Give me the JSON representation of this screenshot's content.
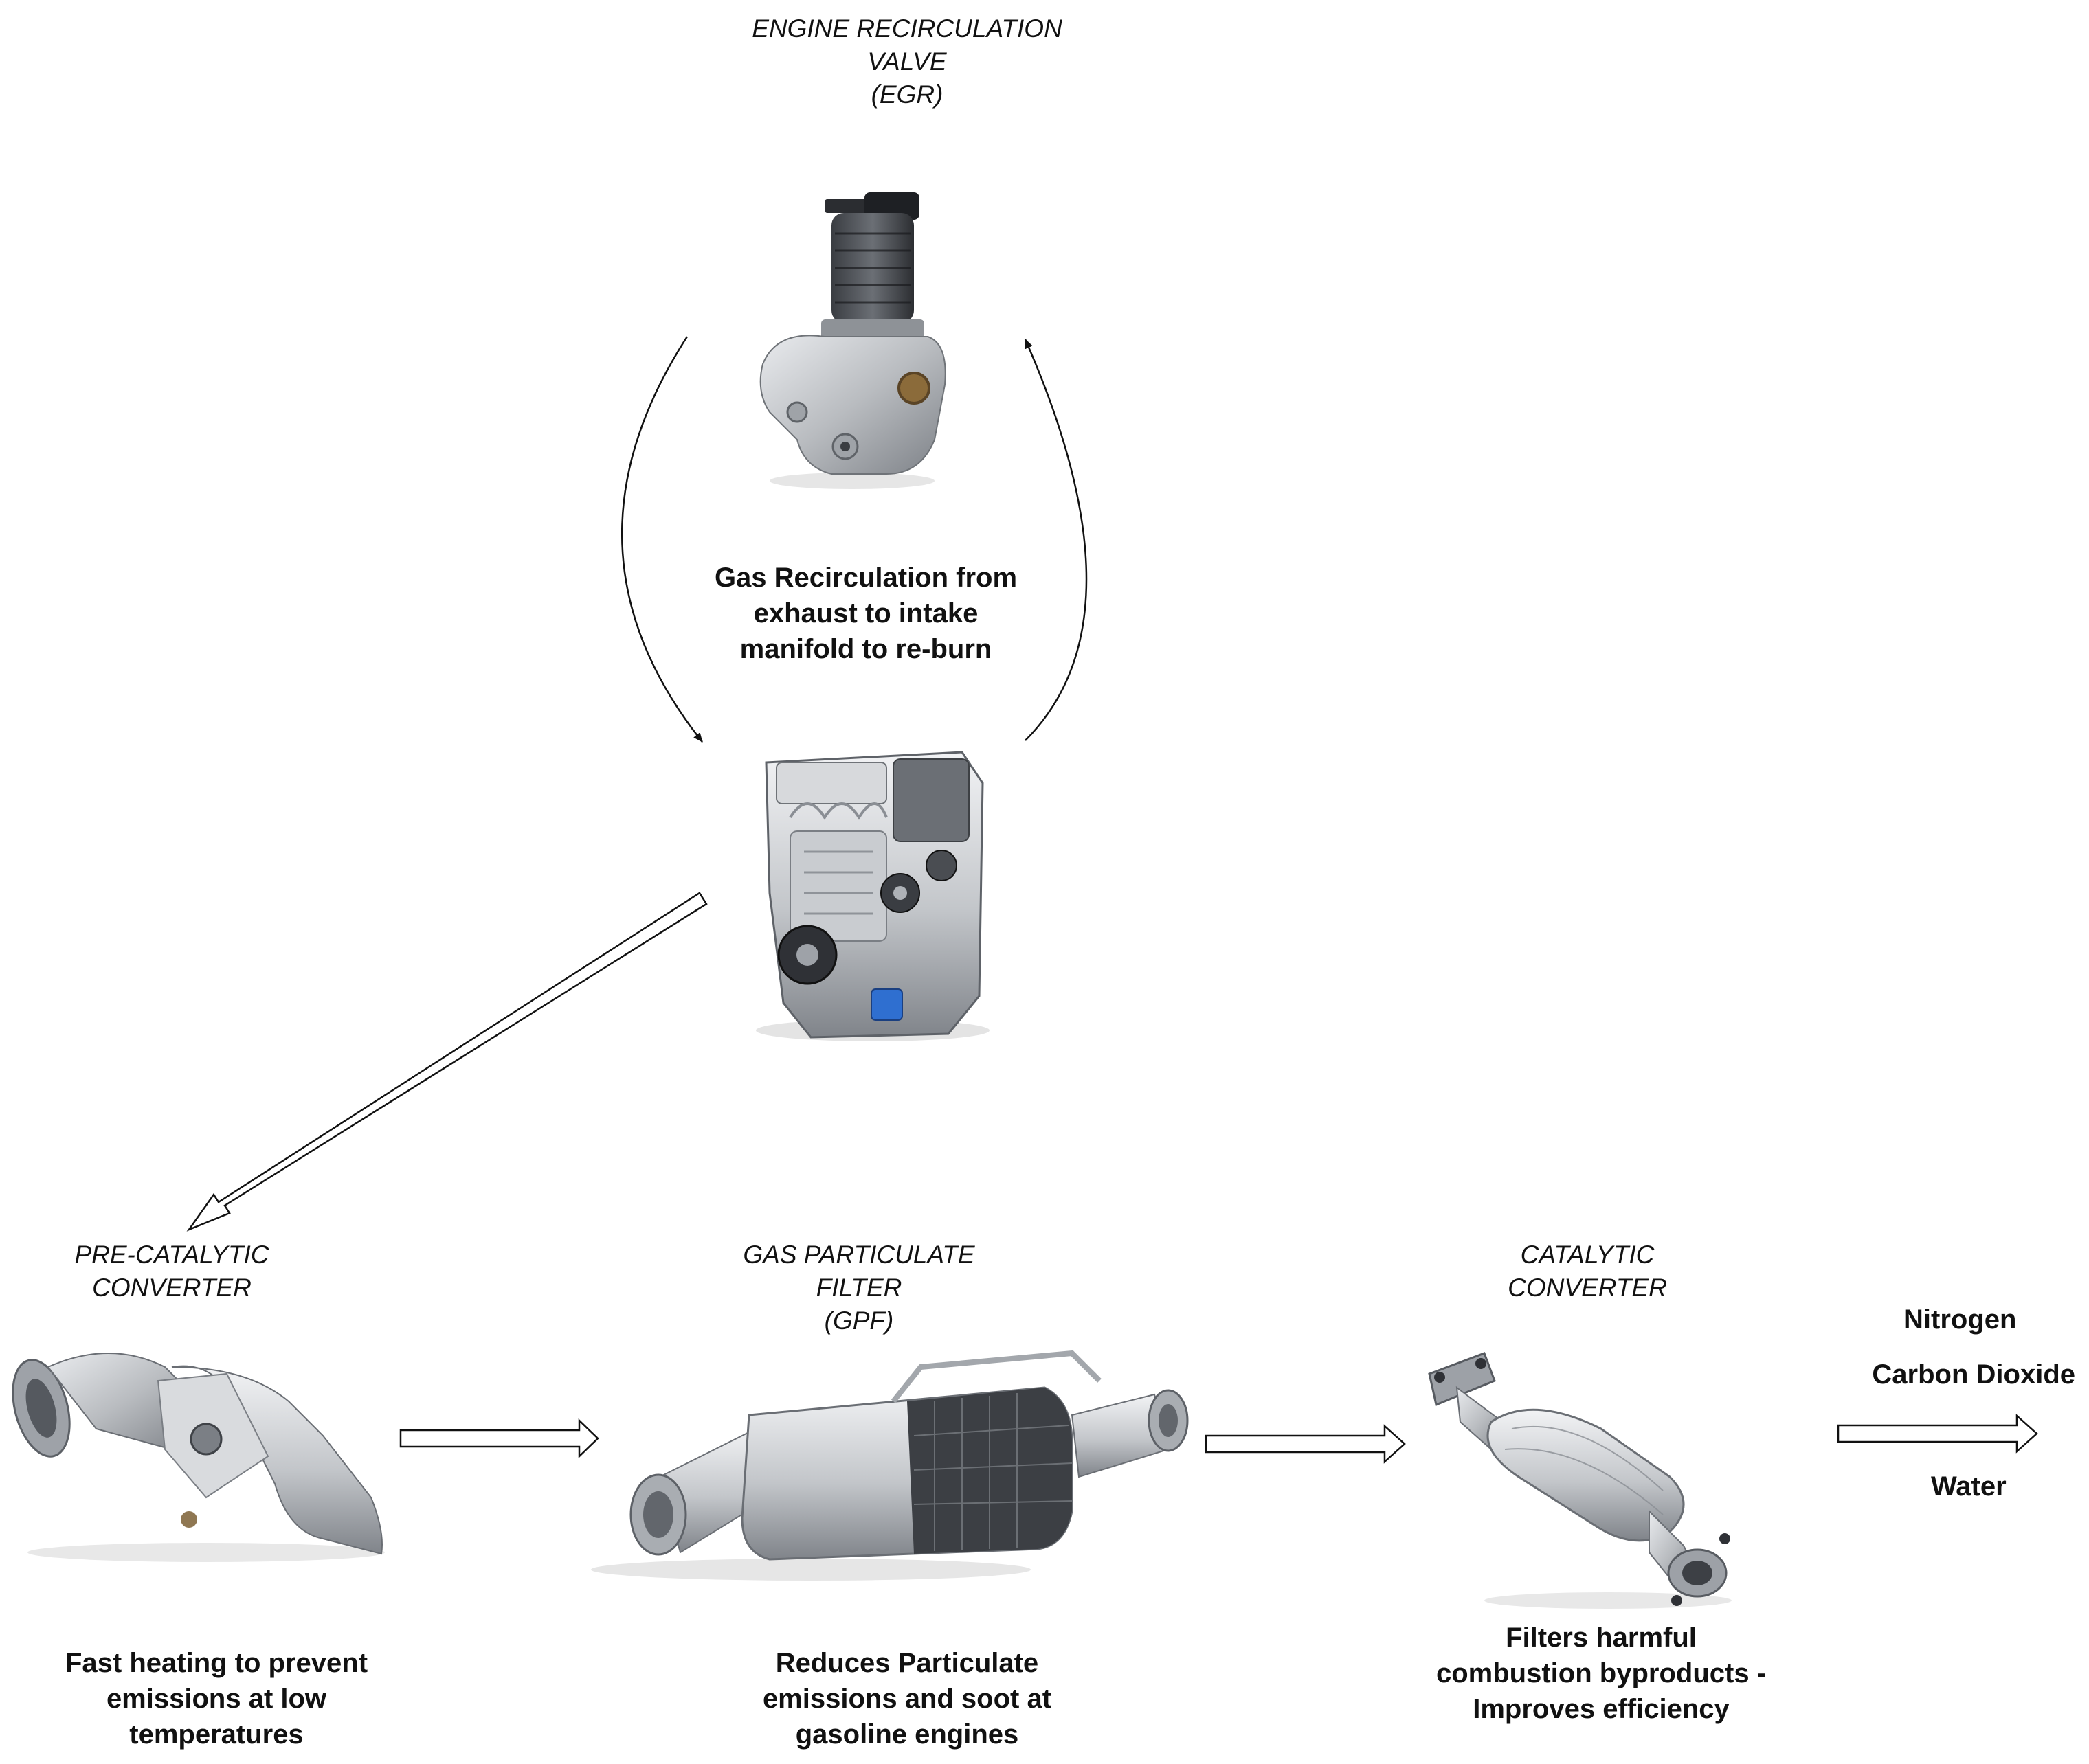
{
  "egr": {
    "title": [
      "ENGINE RECIRCULATION",
      "VALVE",
      "(EGR)"
    ],
    "description": [
      "Gas Recirculation from",
      "exhaust to intake",
      "manifold to re-burn"
    ]
  },
  "pre_cat": {
    "title": [
      "PRE-CATALYTIC",
      "CONVERTER"
    ],
    "description": [
      "Fast heating to prevent",
      "emissions at low",
      "temperatures"
    ]
  },
  "gpf": {
    "title": [
      "GAS PARTICULATE",
      "FILTER",
      "(GPF)"
    ],
    "description": [
      "Reduces Particulate",
      "emissions and soot at",
      "gasoline engines"
    ]
  },
  "cat": {
    "title": [
      "CATALYTIC",
      "CONVERTER"
    ],
    "description": [
      "Filters harmful",
      "combustion byproducts -",
      "Improves efficiency"
    ]
  },
  "outputs": [
    "Nitrogen",
    "Carbon Dioxide",
    "Water"
  ],
  "colors": {
    "text": "#111111",
    "metal": "#b9bcc0",
    "metal_dark": "#6f7378",
    "filter_blue": "#2f6fd0"
  },
  "icons": [
    "egr-valve-icon",
    "engine-icon",
    "pre-catalytic-converter-icon",
    "gas-particulate-filter-icon",
    "catalytic-converter-icon"
  ]
}
